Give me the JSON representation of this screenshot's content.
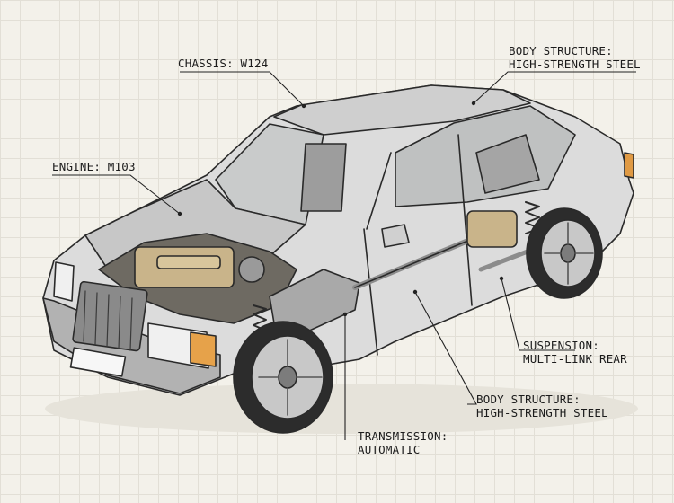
{
  "callouts": {
    "chassis": {
      "line1": "CHASSIS: W124"
    },
    "engine": {
      "line1": "ENGINE: M103"
    },
    "body_top": {
      "line1": "BODY STRUCTURE:",
      "line2": "HIGH-STRENGTH STEEL"
    },
    "suspension": {
      "line1": "SUSPENSION:",
      "line2": "MULTI-LINK REAR"
    },
    "body_bottom": {
      "line1": "BODY STRUCTURE:",
      "line2": "HIGH-STRENGTH STEEL"
    },
    "transmission": {
      "line1": "TRANSMISSION:",
      "line2": "AUTOMATIC"
    }
  },
  "colors": {
    "background": "#f3f1ea",
    "grid": "#e2dfd6",
    "body": "#dcdcdc",
    "body_shade": "#b9b9b9",
    "components": "#c9b48a",
    "outline": "#2a2a2a"
  }
}
